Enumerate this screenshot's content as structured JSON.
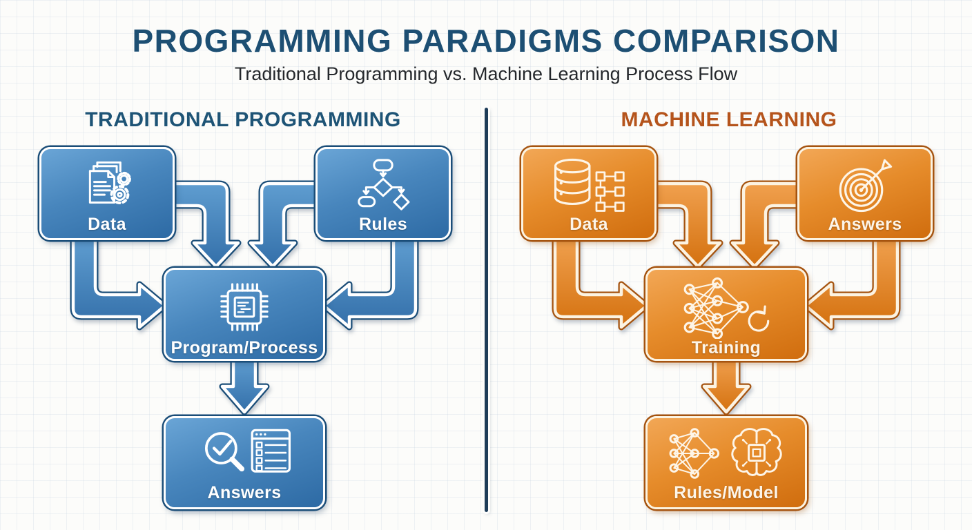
{
  "header": {
    "title": "PROGRAMMING PARADIGMS COMPARISON",
    "subtitle": "Traditional Programming vs. Machine Learning Process Flow"
  },
  "left_panel": {
    "heading": "TRADITIONAL PROGRAMMING",
    "nodes": {
      "data": {
        "label": "Data",
        "icon": "documents-gears-icon"
      },
      "rules": {
        "label": "Rules",
        "icon": "flowchart-icon"
      },
      "program": {
        "label": "Program/Process",
        "icon": "cpu-chip-icon"
      },
      "answers": {
        "label": "Answers",
        "icon": "search-check-list-icon"
      }
    },
    "flow": [
      "Data -> Program/Process",
      "Rules -> Program/Process",
      "Program/Process -> Answers"
    ]
  },
  "right_panel": {
    "heading": "MACHINE LEARNING",
    "nodes": {
      "data": {
        "label": "Data",
        "icon": "database-tree-icon"
      },
      "answers": {
        "label": "Answers",
        "icon": "target-dart-icon"
      },
      "training": {
        "label": "Training",
        "icon": "neural-network-refresh-icon"
      },
      "rules_model": {
        "label": "Rules/Model",
        "icon": "network-brain-chip-icon"
      }
    },
    "flow": [
      "Data -> Training",
      "Answers -> Training",
      "Training -> Rules/Model"
    ]
  },
  "colors": {
    "title_blue": "#1d4f73",
    "subtitle_dark": "#24272b",
    "traditional_heading": "#1e5476",
    "ml_heading": "#b5541c",
    "blue_box_top": "#6aa5d6",
    "blue_box_bottom": "#2d6aa4",
    "blue_outline": "#1a4d78",
    "orange_box_top": "#f2a756",
    "orange_box_bottom": "#d06d0e",
    "orange_outline": "#a5530f",
    "divider_navy": "#1d3c58"
  }
}
